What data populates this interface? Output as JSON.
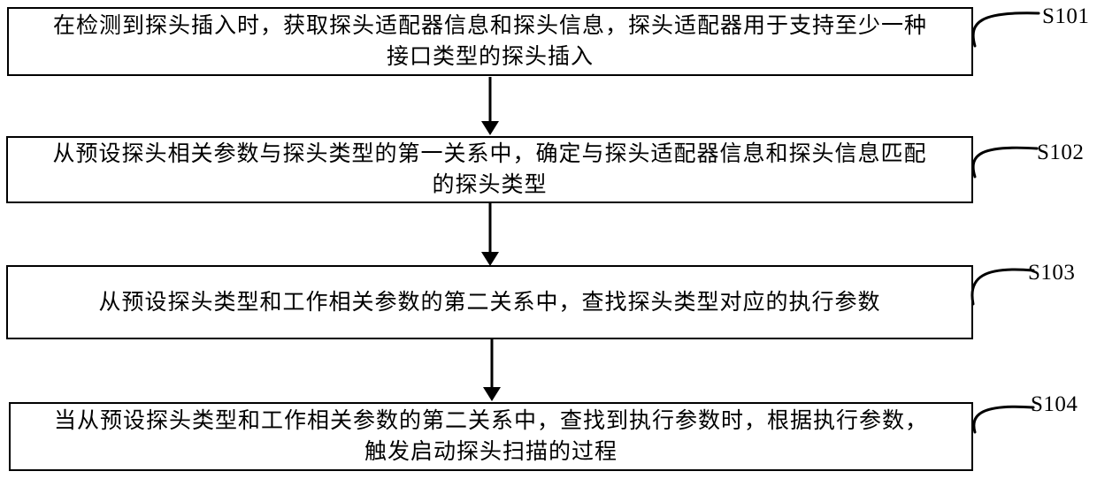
{
  "figure": {
    "background_color": "#ffffff",
    "line_color": "#000000",
    "type": "flowchart",
    "steps": [
      {
        "label": "S101",
        "line1": "在检测到探头插入时，获取探头适配器信息和探头信息，探头适配器用于支持至少一种",
        "line2": "接口类型的探头插入"
      },
      {
        "label": "S102",
        "line1": "从预设探头相关参数与探头类型的第一关系中，确定与探头适配器信息和探头信息匹配",
        "line2": "的探头类型"
      },
      {
        "label": "S103",
        "line1": "从预设探头类型和工作相关参数的第二关系中，查找探头类型对应的执行参数",
        "line2": ""
      },
      {
        "label": "S104",
        "line1": "当从预设探头类型和工作相关参数的第二关系中，查找到执行参数时，根据执行参数，",
        "line2": "触发启动探头扫描的过程"
      }
    ]
  }
}
